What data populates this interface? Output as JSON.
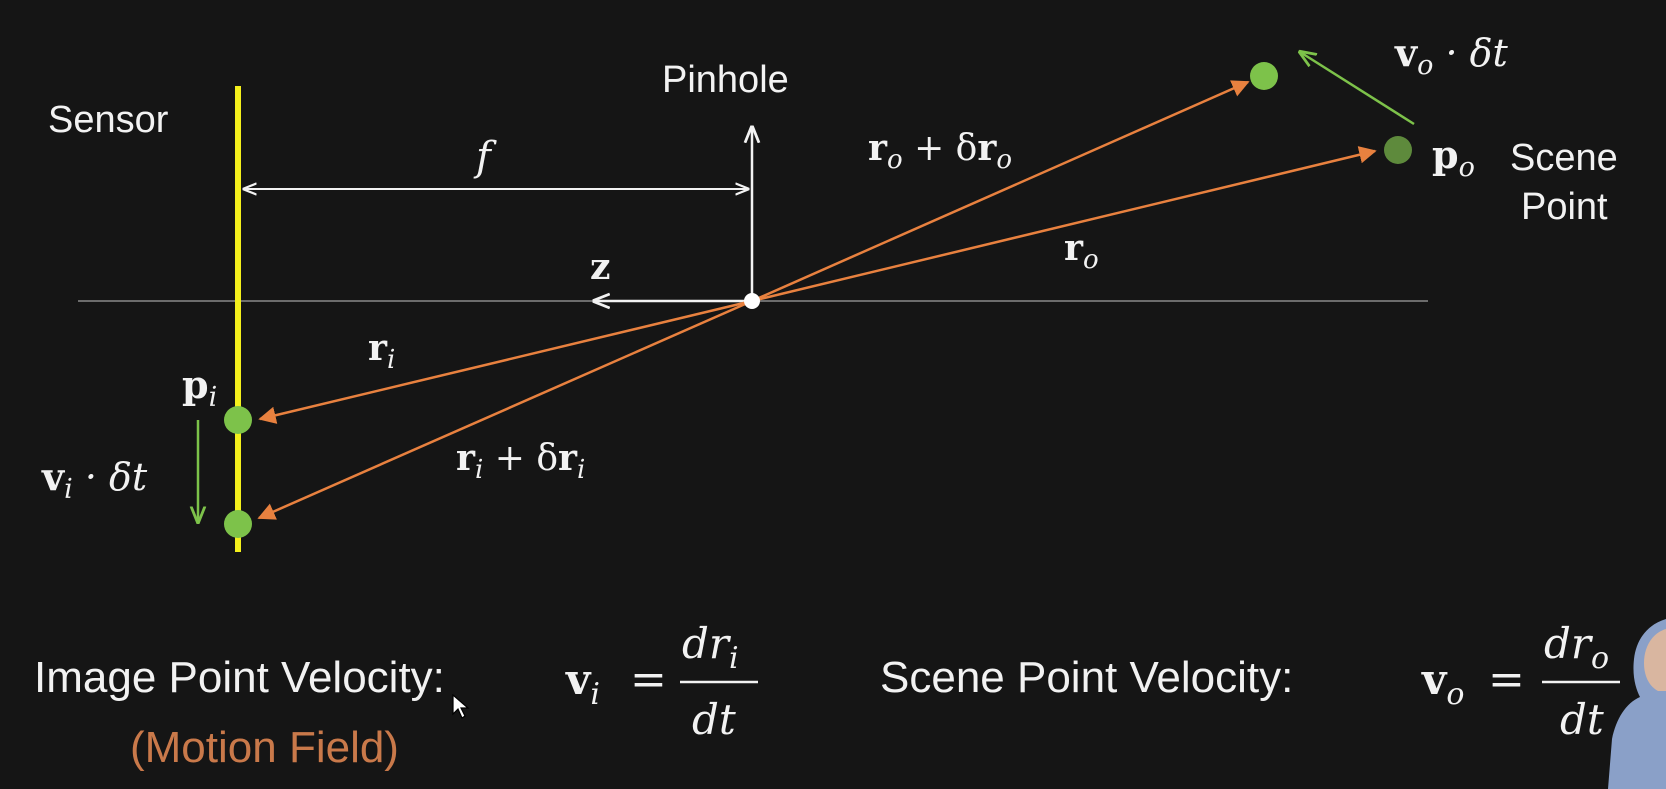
{
  "labels": {
    "sensor": "Sensor",
    "pinhole": "Pinhole",
    "scene_point_line1": "Scene",
    "scene_point_line2": "Point",
    "focal": "f",
    "axis": "z"
  },
  "vectors": {
    "r_o": "r",
    "r_o_sub": "o",
    "r_o_delta": "r",
    "r_o_delta_sub": "o",
    "r_o_delta_mid": " + δ",
    "r_o_delta_b": "r",
    "r_o_delta_b_sub": "o",
    "r_i": "r",
    "r_i_sub": "i",
    "r_i_delta": "r",
    "r_i_delta_sub": "i",
    "r_i_delta_mid": " + δ",
    "r_i_delta_b": "r",
    "r_i_delta_b_sub": "i",
    "p_o": "p",
    "p_o_sub": "o",
    "p_i": "p",
    "p_i_sub": "i",
    "v_o": "v",
    "v_o_sub": "o",
    "v_o_rest": " · δt",
    "v_i": "v",
    "v_i_sub": "i",
    "v_i_rest": " · δt"
  },
  "formulas": {
    "image_velocity_label": "Image Point Velocity:",
    "motion_field": "(Motion Field)",
    "image_lhs": "v",
    "image_lhs_sub": "i",
    "image_num": "dr",
    "image_num_sub": "i",
    "image_den": "dt",
    "scene_velocity_label": "Scene Point Velocity:",
    "scene_lhs": "v",
    "scene_lhs_sub": "o",
    "scene_num": "dr",
    "scene_num_sub": "o",
    "scene_den": "dt",
    "equals": "="
  },
  "colors": {
    "background": "#151515",
    "sensor": "#f4f01c",
    "ray": "#e8813f",
    "point": "#7dc24a",
    "point_dark": "#5e8a3c",
    "velocity": "#7dc24a",
    "white": "#f2f2f2",
    "motion_field_text": "#c9794a"
  }
}
